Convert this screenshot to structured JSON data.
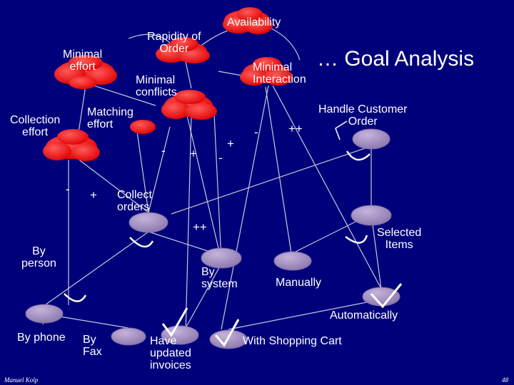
{
  "title": "… Goal Analysis",
  "softgoals": {
    "availability": "Availability",
    "rapidity": "Rapidity of\nOrder",
    "minimal_effort": "Minimal\neffort",
    "minimal_interaction": "Minimal\nInteraction",
    "minimal_conflicts": "Minimal\nconflicts",
    "matching_effort": "Matching\neffort",
    "collection_effort": "Collection\neffort"
  },
  "goals": {
    "handle_order": "Handle Customer\nOrder",
    "collect_orders": "Collect\norders",
    "selected_items": "Selected\nItems",
    "by_person": "By\nperson",
    "by_system": "By\nsystem",
    "manually": "Manually",
    "automatically": "Automatically",
    "by_phone": "By phone",
    "by_fax": "By\nFax",
    "have_invoices": "Have\nupdated\ninvoices",
    "shopping_cart": "With Shopping Cart"
  },
  "contributions": {
    "c1": "-",
    "c2": "+",
    "c3": "+",
    "c4": "-",
    "c5": "-",
    "c6": "++",
    "c7": "-",
    "c8": "+",
    "c9": "++"
  },
  "footer": {
    "author": "Manuel Kolp",
    "page": "48"
  },
  "colors": {
    "background": "#00007a",
    "softgoal": "#ff1a1a",
    "goal": "#a08cc0",
    "lines": "#c8c8d8",
    "accent_green": "#3cff3c"
  }
}
